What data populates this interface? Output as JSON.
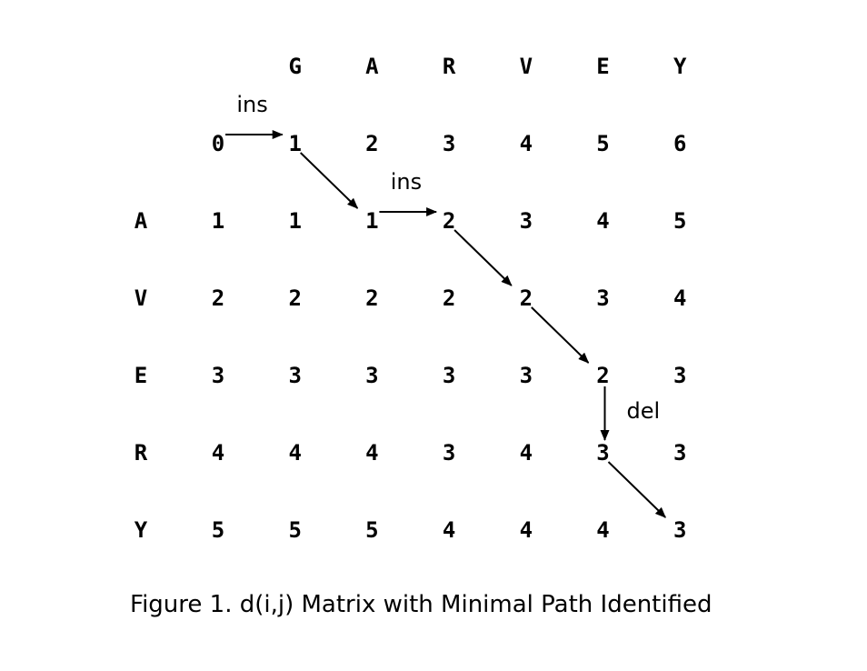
{
  "matrix": {
    "col_headers": [
      "G",
      "A",
      "R",
      "V",
      "E",
      "Y"
    ],
    "row_headers": [
      "A",
      "V",
      "E",
      "R",
      "Y"
    ],
    "rows": [
      [
        "0",
        "1",
        "2",
        "3",
        "4",
        "5",
        "6"
      ],
      [
        "1",
        "1",
        "1",
        "2",
        "3",
        "4",
        "5"
      ],
      [
        "2",
        "2",
        "2",
        "2",
        "2",
        "3",
        "4"
      ],
      [
        "3",
        "3",
        "3",
        "3",
        "3",
        "2",
        "3"
      ],
      [
        "4",
        "4",
        "4",
        "3",
        "4",
        "3",
        "3"
      ],
      [
        "5",
        "5",
        "5",
        "4",
        "4",
        "4",
        "3"
      ]
    ]
  },
  "path": [
    [
      0,
      0
    ],
    [
      0,
      1
    ],
    [
      1,
      2
    ],
    [
      1,
      3
    ],
    [
      2,
      4
    ],
    [
      3,
      5
    ],
    [
      4,
      5
    ],
    [
      5,
      6
    ]
  ],
  "op_labels": [
    {
      "text": "ins",
      "from": [
        0,
        0
      ],
      "to": [
        0,
        1
      ]
    },
    {
      "text": "ins",
      "from": [
        1,
        2
      ],
      "to": [
        1,
        3
      ]
    },
    {
      "text": "del",
      "from": [
        3,
        5
      ],
      "to": [
        4,
        5
      ]
    }
  ],
  "caption": "Figure 1. d(i,j) Matrix with Minimal Path Identified"
}
